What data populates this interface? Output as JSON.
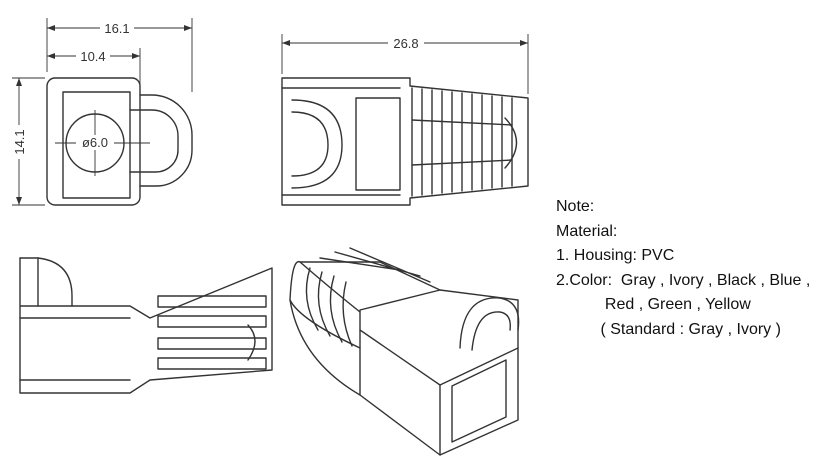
{
  "dimensions": {
    "overall_width": "16.1",
    "inner_width": "10.4",
    "height": "14.1",
    "hole_diameter": "ø6.0",
    "length": "26.8"
  },
  "notes": {
    "line1": "Note:",
    "line2": "Material:",
    "line3": "1. Housing: PVC",
    "line4": "2.Color:  Gray , Ivory , Black , Blue ,",
    "line5": "           Red , Green , Yellow",
    "line6": "          ( Standard : Gray , Ivory )"
  },
  "colors": {
    "line": "#333333",
    "text": "#111111",
    "background": "#ffffff"
  }
}
